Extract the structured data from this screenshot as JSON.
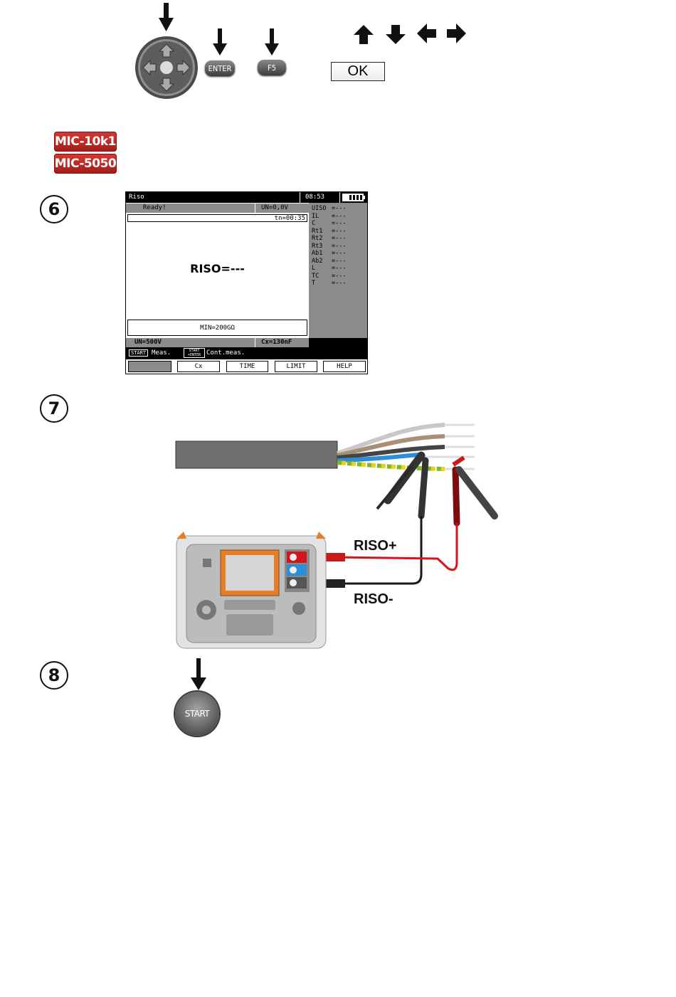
{
  "nav": {
    "enter_label": "ENTER",
    "f5_label": "F5",
    "ok_label": "OK",
    "arrow_icons": [
      "up-arrow-icon",
      "down-arrow-icon",
      "left-arrow-icon",
      "right-arrow-icon"
    ]
  },
  "models": [
    "MIC-10k1",
    "MIC-5050"
  ],
  "steps": [
    "6",
    "7",
    "8"
  ],
  "lcd": {
    "title": "Riso",
    "time": "08:53",
    "status": "Ready!",
    "un_reading": "UN=0,0V",
    "tn_reading": "tn=00:35",
    "main_reading": "RISO=---",
    "min_reading": "MIN=200GΩ",
    "un_setting": "UN=500V",
    "cx_setting": "Cx=130nF",
    "start_key": "START",
    "start_action": "Meas.",
    "start_enter_key": "START +ENTER",
    "start_enter_action": "Cont.meas.",
    "softkeys": [
      "",
      "Cx",
      "TIME",
      "LIMIT",
      "HELP"
    ],
    "side_params": [
      {
        "name": "UISO",
        "value": "=---"
      },
      {
        "name": "IL",
        "value": "=---"
      },
      {
        "name": "C",
        "value": "=---"
      },
      {
        "name": "Rt1",
        "value": "=---"
      },
      {
        "name": "Rt2",
        "value": "=---"
      },
      {
        "name": "Rt3",
        "value": "=---"
      },
      {
        "name": "Ab1",
        "value": "=---"
      },
      {
        "name": "Ab2",
        "value": "=---"
      },
      {
        "name": "L",
        "value": "=---"
      },
      {
        "name": "TC",
        "value": "=---"
      },
      {
        "name": "T",
        "value": "=---"
      }
    ]
  },
  "diagram": {
    "riso_plus": "RISO+",
    "riso_minus": "RISO-"
  },
  "start_button_label": "START",
  "colors": {
    "model_badge": "#b82622",
    "lcd_side": "#8c8c8c",
    "red_lead": "#d3141c",
    "black_lead": "#1a1a1a",
    "meter_orange": "#e57f28"
  }
}
